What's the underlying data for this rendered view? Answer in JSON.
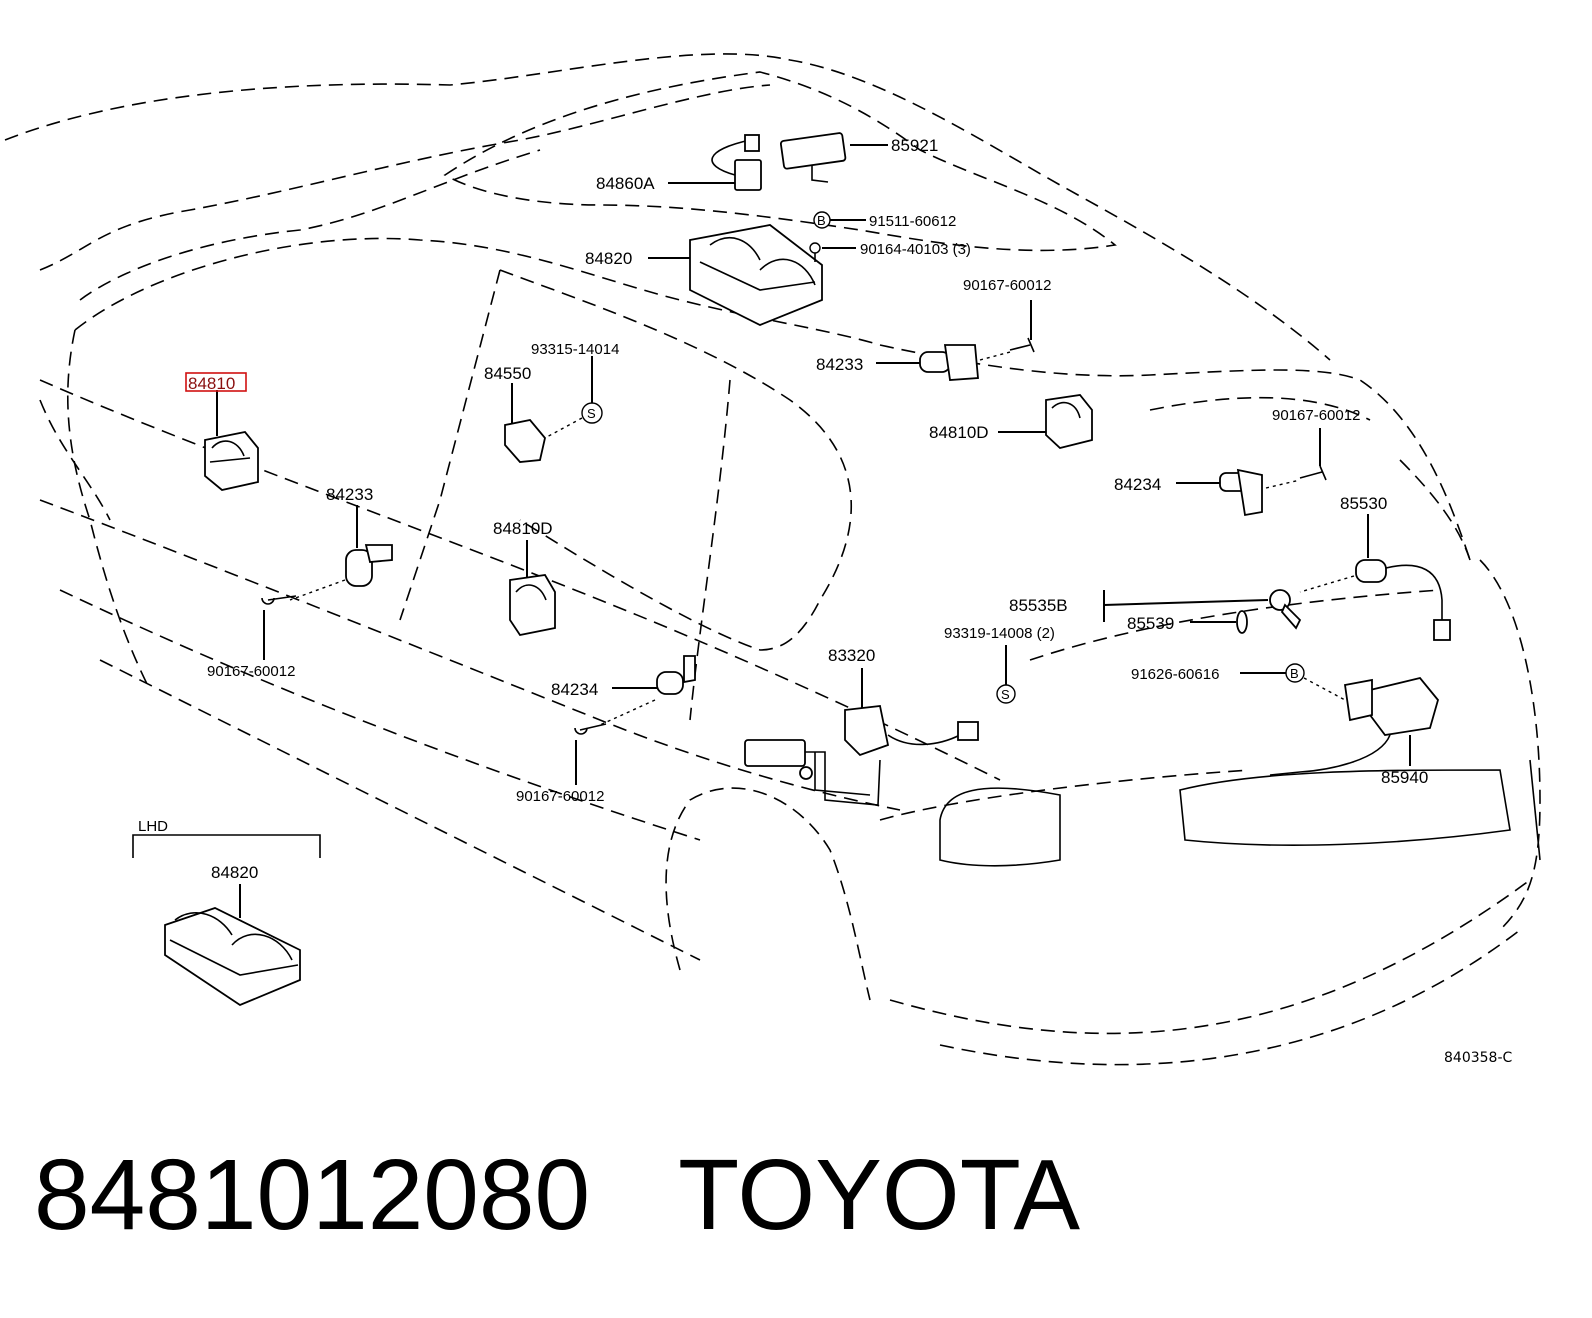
{
  "caption": {
    "part_number": "8481012080",
    "brand": "TOYOTA"
  },
  "diagram_ref": "840358-C",
  "inset": {
    "title": "LHD",
    "part": "84820"
  },
  "colors": {
    "highlight": "#d01010",
    "ink": "#000000"
  },
  "labels": {
    "p85921": "85921",
    "p84860A": "84860A",
    "p91511": "91511-60612",
    "p90164": "90164-40103 (3)",
    "p84820": "84820",
    "p90167_a": "90167-60012",
    "p93315": "93315-14014",
    "p84810": "84810",
    "p84550": "84550",
    "p84233_a": "84233",
    "p84810D_a": "84810D",
    "p90167_b": "90167-60012",
    "p84233_b": "84233",
    "p84810D_b": "84810D",
    "p90167_c": "90167-60012",
    "p84234_a": "84234",
    "p85530": "85530",
    "p85535B": "85535B",
    "p85539": "85539",
    "p93319": "93319-14008 (2)",
    "p83320": "83320",
    "p84234_b": "84234",
    "p90167_d": "90167-60012",
    "p91626": "91626-60616",
    "p85940": "85940"
  },
  "symbols": {
    "bolt_b": "B",
    "screw_s": "S"
  }
}
